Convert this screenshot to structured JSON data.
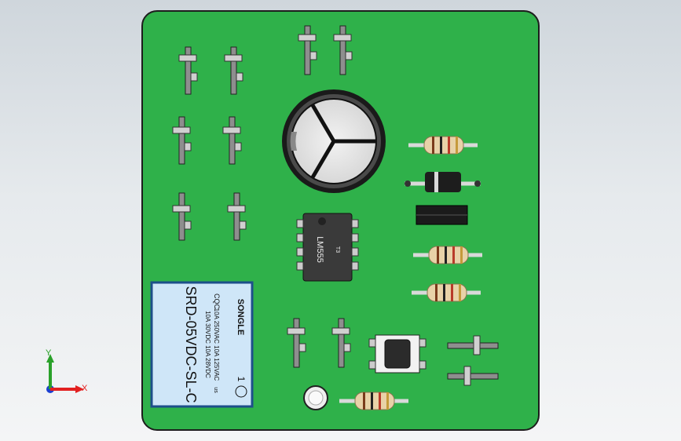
{
  "relay": {
    "brand": "SONGLE",
    "model": "SRD-05VDC-SL-C",
    "line1": "10A 250VAC  10A 125VAC",
    "line2": "10A  30VDC  10A  28VDC",
    "cqc": "CQC",
    "pin_number": "1",
    "us": "us"
  },
  "ic": {
    "label": "LM555",
    "pin1": "T3"
  },
  "triad": {
    "y_label": "Y",
    "x_label": "X"
  },
  "colors": {
    "board": "#2fb14a",
    "relay_body": "#cfe6f8",
    "ic_body": "#3a3a3a"
  }
}
